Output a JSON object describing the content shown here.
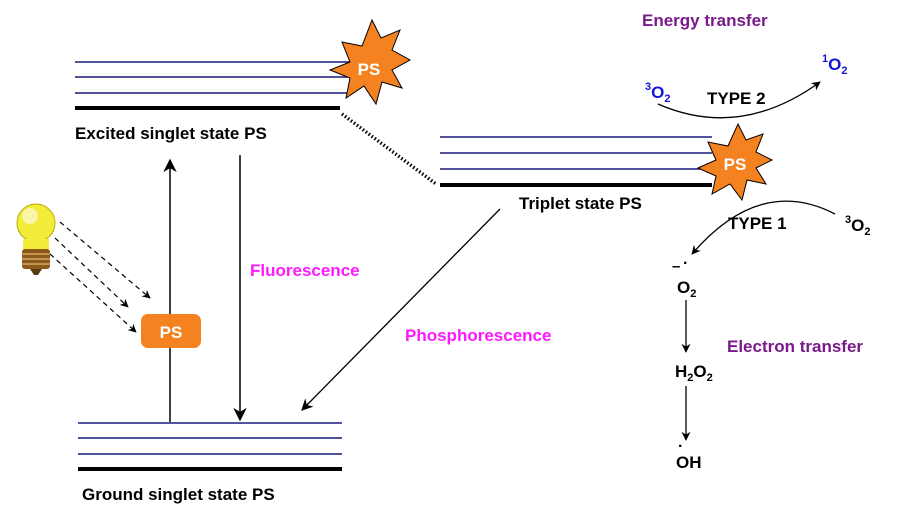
{
  "states": {
    "excited": "Excited singlet state PS",
    "ground": "Ground singlet state PS",
    "triplet": "Triplet state PS"
  },
  "processes": {
    "fluorescence": "Fluorescence",
    "phosphorescence": "Phosphorescence",
    "energy_transfer": "Energy transfer",
    "electron_transfer": "Electron transfer",
    "type2": "TYPE 2",
    "type1": "TYPE 1"
  },
  "badges": {
    "ps_excited": "PS",
    "ps_triplet": "PS",
    "ps_ground": "PS"
  },
  "species": {
    "o2_prefix": "O",
    "o2_sub": "2",
    "triplet_sup": "3",
    "singlet_sup": "1",
    "superoxide_dot": "·",
    "superoxide_minus": "–",
    "h": "H",
    "h2o2_sub1": "2",
    "h2o2_o": "O",
    "h2o2_sub2": "2",
    "hydroxyl": "OH",
    "hydroxyl_dot": "·"
  },
  "colors": {
    "level_line": "#1a1a7a",
    "magenta": "#ff19ff",
    "purple": "#7a1a8a",
    "blue": "#1515d8",
    "orange": "#f58220",
    "bulb": "#f3ec3a"
  }
}
